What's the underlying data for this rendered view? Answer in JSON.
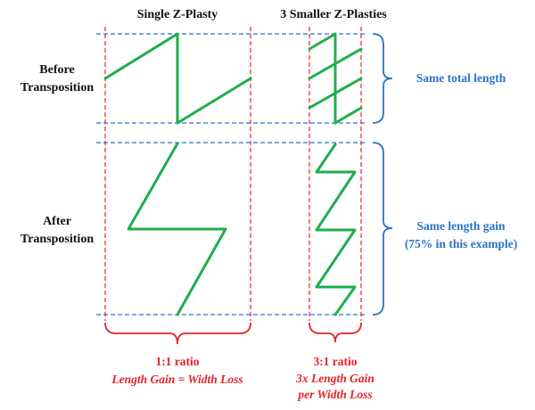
{
  "column_titles": {
    "single": "Single Z-Plasty",
    "triple": "3 Smaller Z-Plasties"
  },
  "row_labels": {
    "before": [
      "Before",
      "Transposition"
    ],
    "after": [
      "After",
      "Transposition"
    ]
  },
  "right_notes": {
    "top": "Same total length",
    "bottom_line1": "Same length gain",
    "bottom_line2": "(75% in this example)"
  },
  "bottom_notes": {
    "left_ratio": "1:1 ratio",
    "left_desc": "Length Gain = Width Loss",
    "right_ratio": "3:1 ratio",
    "right_desc_line1": "3x Length Gain",
    "right_desc_line2": "per Width Loss"
  },
  "colors": {
    "zplasty": "#1fae4b",
    "red": "#e8232a",
    "blue": "#2a73c6",
    "text": "#111111"
  }
}
